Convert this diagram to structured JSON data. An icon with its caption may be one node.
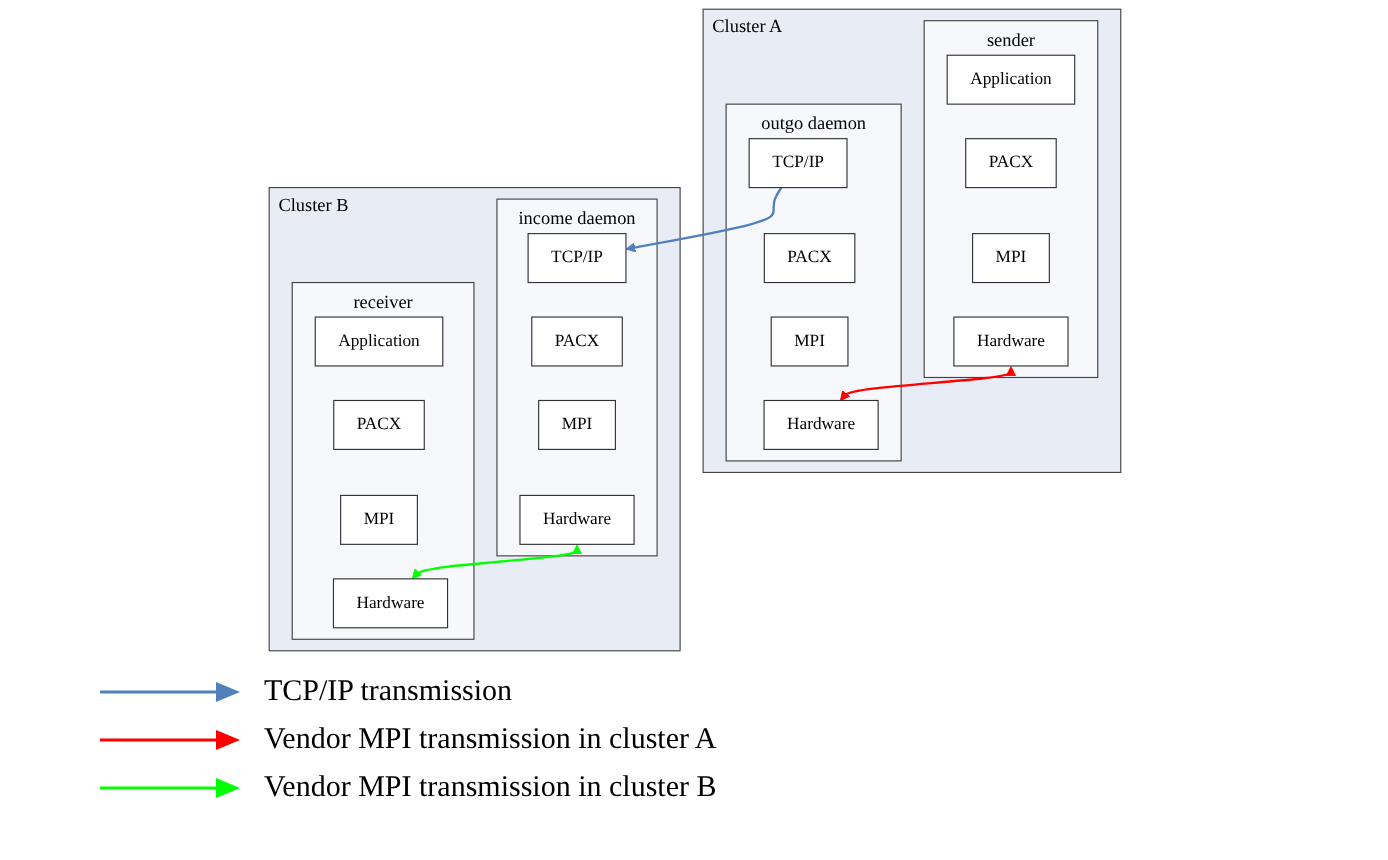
{
  "diagram": {
    "nodes": [
      {
        "text": [
          "Cluster A"
        ]
      },
      {
        "text": [
          "sender"
        ],
        "in": 0
      },
      {
        "text": [
          "Application"
        ],
        "in": 1
      },
      {
        "text": [
          "PACX"
        ],
        "in": 1
      },
      {
        "text": [
          "MPI"
        ],
        "in": 1
      },
      {
        "text": [
          "Hardware"
        ],
        "in": 1
      },
      {
        "text": [
          "outgo daemon"
        ],
        "in": 0
      },
      {
        "text": [
          "TCP/IP"
        ],
        "in": 6
      },
      {
        "text": [
          "PACX"
        ],
        "in": 6
      },
      {
        "text": [
          "MPI"
        ],
        "in": 6
      },
      {
        "text": [
          "Hardware"
        ],
        "in": 6
      },
      {
        "text": [
          "Cluster B"
        ]
      },
      {
        "text": [
          "income daemon"
        ],
        "in": 11
      },
      {
        "text": [
          "TCP/IP"
        ],
        "in": 12
      },
      {
        "text": [
          "PACX"
        ],
        "in": 12
      },
      {
        "text": [
          "MPI"
        ],
        "in": 12
      },
      {
        "text": [
          "Hardware"
        ],
        "in": 12
      },
      {
        "text": [
          "receiver"
        ],
        "in": 11
      },
      {
        "text": [
          "Application"
        ],
        "in": 17
      },
      {
        "text": [
          "PACX"
        ],
        "in": 17
      },
      {
        "text": [
          "MPI"
        ],
        "in": 17
      },
      {
        "text": [
          "Hardware"
        ],
        "in": 17
      }
    ],
    "edges": [
      {
        "from": 7,
        "to": 13,
        "arrow": "to",
        "color": "#4f81bd"
      },
      {
        "from": 5,
        "to": 10,
        "arrow": "both",
        "color": "#ff0000"
      },
      {
        "from": 16,
        "to": 21,
        "arrow": "both",
        "color": "#00ff00"
      }
    ],
    "legend": [
      {
        "text": "TCP/IP transmission"
      },
      {
        "text": "Vendor MPI  transmission in cluster A"
      },
      {
        "text": "Vendor MPI  transmission in cluster B"
      }
    ]
  }
}
